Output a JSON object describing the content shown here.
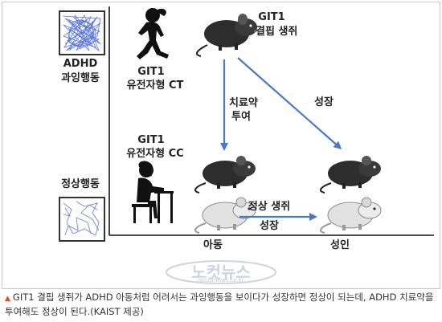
{
  "labels": {
    "adhd_line1": "ADHD",
    "adhd_line2": "과잉행동",
    "normal_behavior": "정상행동",
    "ct_line1": "GIT1",
    "ct_line2": "유전자형 CT",
    "cc_line1": "GIT1",
    "cc_line2": "유전자형 CC",
    "ko_line1": "GIT1",
    "ko_line2": "결핍 생쥐",
    "treatment_line1": "치료약",
    "treatment_line2": "투여",
    "growth_diag": "성장",
    "normal_mouse": "정상 생쥐",
    "growth_bottom": "성장",
    "x_child": "아동",
    "x_adult": "성인"
  },
  "watermark": {
    "main": "노컷뉴스",
    "url": "nocutnews.co.kr"
  },
  "caption": {
    "text": "GIT1 결핍 생쥐가 ADHD 아동처럼 어려서는 과잉행동을 보이다가 성장하면 정상이 되는데, ADHD 치료약을 투여해도 정상이 된다.(KAIST 제공)"
  },
  "colors": {
    "arrow_blue": "#4a78c8",
    "maze_blue": "#3b5bd6",
    "caption_marker": "#e04a1f",
    "watermark": "#cfd3db"
  }
}
